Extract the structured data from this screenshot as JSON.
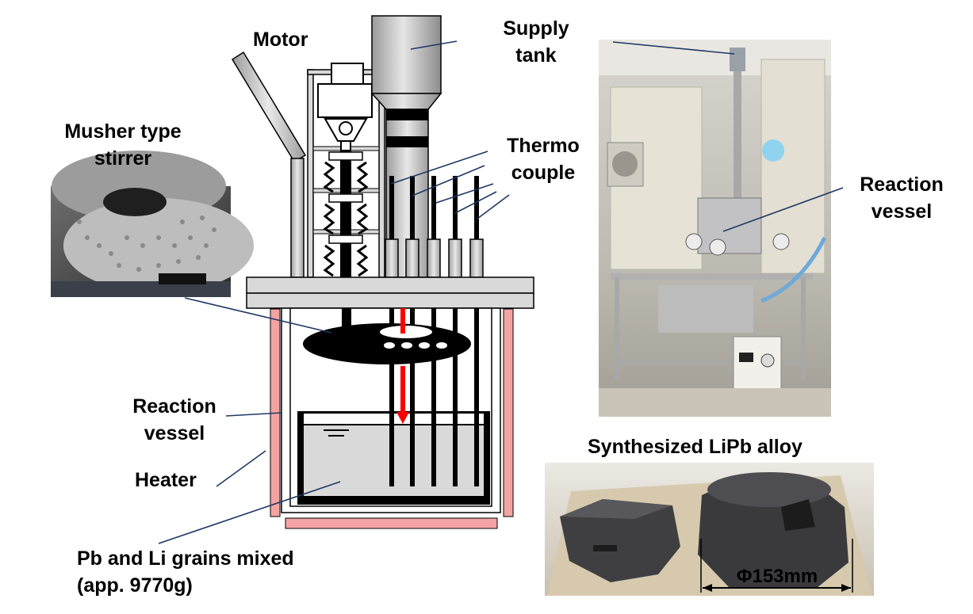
{
  "labels": {
    "motor": "Motor",
    "supply_tank": [
      "Supply",
      "tank"
    ],
    "thermocouple": [
      "Thermo",
      "couple"
    ],
    "musher_stirrer": [
      "Musher type",
      "stirrer"
    ],
    "reaction_vessel_left": [
      "Reaction",
      "vessel"
    ],
    "heater": "Heater",
    "pb_li": [
      "Pb and Li grains mixed",
      "(app. 9770g)"
    ],
    "reaction_vessel_right": [
      "Reaction",
      "vessel"
    ],
    "synthesized": "Synthesized LiPb alloy",
    "diameter": "Φ153mm"
  },
  "colors": {
    "heater": "#f4a3a3",
    "arrow": "#ff0000",
    "leader_line": "#1f3864",
    "liquid": "#d9d9d9",
    "metal_gray": "#bfbfbf"
  }
}
